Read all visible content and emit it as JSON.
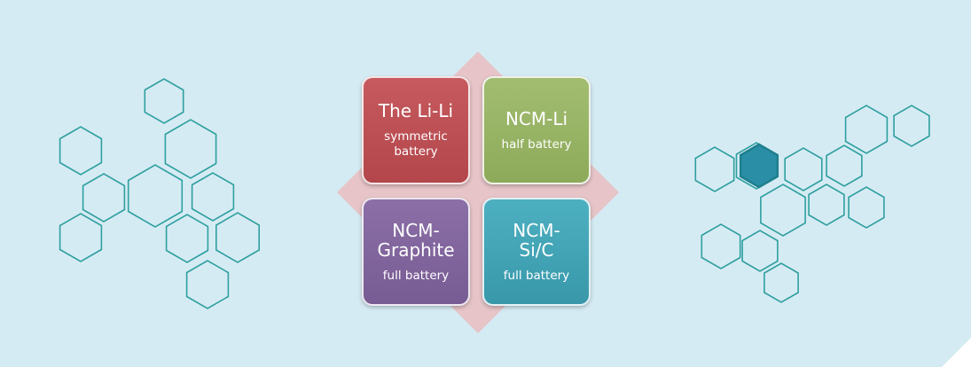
{
  "tiles": [
    {
      "title": "The Li-Li",
      "subtitle": "symmetric\nbattery"
    },
    {
      "title": "NCM-Li",
      "subtitle": "half battery"
    },
    {
      "title": "NCM-\nGraphite",
      "subtitle": "full battery"
    },
    {
      "title": "NCM-\nSi/C",
      "subtitle": "full battery"
    }
  ],
  "colors": {
    "background": "#d5ebf3",
    "diamond": "#e6c4c8",
    "tile_red": "#b2464b",
    "tile_green": "#8daa5a",
    "tile_purple": "#775b93",
    "tile_teal": "#3898aa",
    "hexagon_stroke": "#2e9fa0",
    "hexagon_fill_highlight": "#2a8ea6"
  }
}
